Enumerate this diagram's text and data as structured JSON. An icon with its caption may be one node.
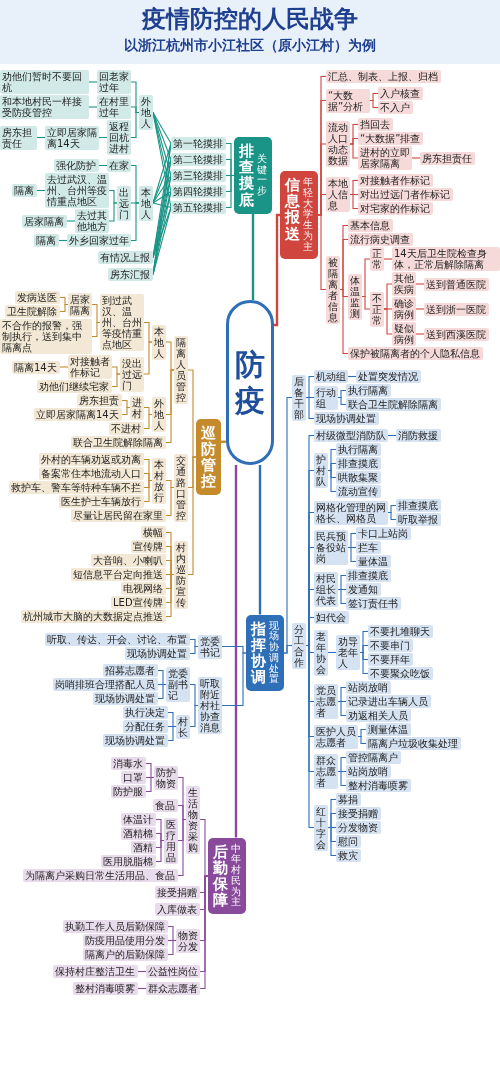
{
  "diagram": {
    "title": "疫情防控的人民战争",
    "labels": [
      "以浙江杭州市小江社区（原小江村）为例"
    ],
    "nodes": [
      {
        "text": [
          "防疫"
        ]
      },
      {
        "text": [
          "排查摸底",
          "关键一步"
        ]
      },
      {
        "text": [
          "第一轮摸排"
        ]
      },
      {
        "text": [
          "第二轮摸排"
        ]
      },
      {
        "text": [
          "第三轮摸排"
        ]
      },
      {
        "text": [
          "第四轮摸排"
        ]
      },
      {
        "text": [
          "第五轮摸排"
        ]
      },
      {
        "text": [
          "外地人"
        ]
      },
      {
        "text": [
          "回老家过年"
        ]
      },
      {
        "text": [
          "劝他们暂时不要回杭"
        ]
      },
      {
        "text": [
          "在村里过年"
        ]
      },
      {
        "text": [
          "和本地村民一样接受防疫管控"
        ]
      },
      {
        "text": [
          "返程回杭进村"
        ]
      },
      {
        "text": [
          "立即居家隔离14天"
        ]
      },
      {
        "text": [
          "房东担责任"
        ]
      },
      {
        "text": [
          "本地人"
        ]
      },
      {
        "text": [
          "在家"
        ]
      },
      {
        "text": [
          "强化防护"
        ]
      },
      {
        "text": [
          "出远门"
        ]
      },
      {
        "text": [
          "去过武汉、温州、台州等疫情重点地区"
        ]
      },
      {
        "text": [
          "隔离"
        ]
      },
      {
        "text": [
          "去过其他地方"
        ]
      },
      {
        "text": [
          "居家隔离"
        ]
      },
      {
        "text": [
          "外乡回家过年"
        ]
      },
      {
        "text": [
          "隔离"
        ]
      },
      {
        "text": [
          "有情况上报"
        ]
      },
      {
        "text": [
          "房东汇报"
        ]
      },
      {
        "text": [
          "信息报送",
          "年轻大学生为主"
        ]
      },
      {
        "text": [
          "汇总、制表、上报、归档"
        ]
      },
      {
        "text": [
          "“大数据”分析"
        ]
      },
      {
        "text": [
          "入户核查"
        ]
      },
      {
        "text": [
          "不入户"
        ]
      },
      {
        "text": [
          "流动人口动态数据"
        ]
      },
      {
        "text": [
          "挡回去"
        ]
      },
      {
        "text": [
          "“大数据”排查"
        ]
      },
      {
        "text": [
          "进村的立即居家隔离"
        ]
      },
      {
        "text": [
          "房东担责任"
        ]
      },
      {
        "text": [
          "本地人信息"
        ]
      },
      {
        "text": [
          "对接触者作标记"
        ]
      },
      {
        "text": [
          "对出过远门者作标记"
        ]
      },
      {
        "text": [
          "对宅家的作标记"
        ]
      },
      {
        "text": [
          "被隔离者信息"
        ]
      },
      {
        "text": [
          "基本信息"
        ]
      },
      {
        "text": [
          "流行病史调查"
        ]
      },
      {
        "text": [
          "体温监测"
        ]
      },
      {
        "text": [
          "正常"
        ]
      },
      {
        "text": [
          "14天后卫生院检查身体，正常后解除隔离"
        ]
      },
      {
        "text": [
          "不正常"
        ]
      },
      {
        "text": [
          "其他疾病"
        ]
      },
      {
        "text": [
          "送到普通医院"
        ]
      },
      {
        "text": [
          "确诊病例"
        ]
      },
      {
        "text": [
          "送到浙一医院"
        ]
      },
      {
        "text": [
          "疑似病例"
        ]
      },
      {
        "text": [
          "送到西溪医院"
        ]
      },
      {
        "text": [
          "保护被隔离者的个人隐私信息"
        ]
      },
      {
        "text": [
          "巡防管控"
        ]
      },
      {
        "text": [
          "隔离人员管控"
        ]
      },
      {
        "text": [
          "本地人"
        ]
      },
      {
        "text": [
          "到过武汉、温州、台州等疫情重点地区"
        ]
      },
      {
        "text": [
          "居家隔离"
        ]
      },
      {
        "text": [
          "发病送医"
        ]
      },
      {
        "text": [
          "卫生院解除"
        ]
      },
      {
        "text": [
          "不合作的报警，强制执行，送到集中隔离点"
        ]
      },
      {
        "text": [
          "没出过远门"
        ]
      },
      {
        "text": [
          "对接触者作标记"
        ]
      },
      {
        "text": [
          "隔离14天"
        ]
      },
      {
        "text": [
          "劝他们继续宅家"
        ]
      },
      {
        "text": [
          "外地人"
        ]
      },
      {
        "text": [
          "进村"
        ]
      },
      {
        "text": [
          "房东担责"
        ]
      },
      {
        "text": [
          "立即居家隔离14天"
        ]
      },
      {
        "text": [
          "不进村"
        ]
      },
      {
        "text": [
          "联合卫生院解除隔离"
        ]
      },
      {
        "text": [
          "交通路口管控"
        ]
      },
      {
        "text": [
          "本村放行"
        ]
      },
      {
        "text": [
          "外村的车辆劝返或劝离"
        ]
      },
      {
        "text": [
          "备案常住本地流动人口"
        ]
      },
      {
        "text": [
          "救护车、警车等特种车辆不拦"
        ]
      },
      {
        "text": [
          "医生护士车辆放行"
        ]
      },
      {
        "text": [
          "尽量让居民留在家里"
        ]
      },
      {
        "text": [
          "村内巡防宣传"
        ]
      },
      {
        "text": [
          "横幅"
        ]
      },
      {
        "text": [
          "宣传牌"
        ]
      },
      {
        "text": [
          "大音响、小喇叭"
        ]
      },
      {
        "text": [
          "短信息平台定向推送"
        ]
      },
      {
        "text": [
          "电视网络"
        ]
      },
      {
        "text": [
          "LED宣传牌"
        ]
      },
      {
        "text": [
          "杭州城市大脑的大数据定点推送"
        ]
      },
      {
        "text": [
          "指挥协调",
          "现场协调处置"
        ]
      },
      {
        "text": [
          "党委书记"
        ]
      },
      {
        "text": [
          "听取、传达、开会、讨论、布置"
        ]
      },
      {
        "text": [
          "现场协调处置"
        ]
      },
      {
        "text": [
          "听取附近村社协查消息"
        ]
      },
      {
        "text": [
          "党委副书记"
        ]
      },
      {
        "text": [
          "招募志愿者"
        ]
      },
      {
        "text": [
          "岗哨排班合理搭配人员"
        ]
      },
      {
        "text": [
          "现场协调处置"
        ]
      },
      {
        "text": [
          "村长"
        ]
      },
      {
        "text": [
          "执行决定"
        ]
      },
      {
        "text": [
          "分配任务"
        ]
      },
      {
        "text": [
          "现场协调处置"
        ]
      },
      {
        "text": [
          "后备干部"
        ]
      },
      {
        "text": [
          "机动组"
        ]
      },
      {
        "text": [
          "处置突发情况"
        ]
      },
      {
        "text": [
          "行动组"
        ]
      },
      {
        "text": [
          "执行隔离"
        ]
      },
      {
        "text": [
          "联合卫生院解除隔离"
        ]
      },
      {
        "text": [
          "现场协调处置"
        ]
      },
      {
        "text": [
          "分工合作"
        ]
      },
      {
        "text": [
          "村级微型消防队"
        ]
      },
      {
        "text": [
          "消防救援"
        ]
      },
      {
        "text": [
          "护村队"
        ]
      },
      {
        "text": [
          "执行隔离"
        ]
      },
      {
        "text": [
          "排查摸底"
        ]
      },
      {
        "text": [
          "哄散集聚"
        ]
      },
      {
        "text": [
          "流动宣传"
        ]
      },
      {
        "text": [
          "网格化管理的网格长、网格员"
        ]
      },
      {
        "text": [
          "排查摸底"
        ]
      },
      {
        "text": [
          "听取举报"
        ]
      },
      {
        "text": [
          "民兵预备役站岗"
        ]
      },
      {
        "text": [
          "卡口上站岗"
        ]
      },
      {
        "text": [
          "拦车"
        ]
      },
      {
        "text": [
          "量体温"
        ]
      },
      {
        "text": [
          "村民组长代表"
        ]
      },
      {
        "text": [
          "排查摸底"
        ]
      },
      {
        "text": [
          "发通知"
        ]
      },
      {
        "text": [
          "签订责任书"
        ]
      },
      {
        "text": [
          "妇代会"
        ]
      },
      {
        "text": [
          "老年协会"
        ]
      },
      {
        "text": [
          "劝导老年人"
        ]
      },
      {
        "text": [
          "不要扎堆聊天"
        ]
      },
      {
        "text": [
          "不要串门"
        ]
      },
      {
        "text": [
          "不要拜年"
        ]
      },
      {
        "text": [
          "不要聚众吃饭"
        ]
      },
      {
        "text": [
          "党员志愿者"
        ]
      },
      {
        "text": [
          "站岗放哨"
        ]
      },
      {
        "text": [
          "记录进出车辆人员"
        ]
      },
      {
        "text": [
          "劝返相关人员"
        ]
      },
      {
        "text": [
          "医护人员志愿者"
        ]
      },
      {
        "text": [
          "测量体温"
        ]
      },
      {
        "text": [
          "隔离户垃圾收集处理"
        ]
      },
      {
        "text": [
          "群众志愿者"
        ]
      },
      {
        "text": [
          "管控隔离户"
        ]
      },
      {
        "text": [
          "站岗放哨"
        ]
      },
      {
        "text": [
          "整村消毒喷雾"
        ]
      },
      {
        "text": [
          "红十字会"
        ]
      },
      {
        "text": [
          "募捐"
        ]
      },
      {
        "text": [
          "接受捐赠"
        ]
      },
      {
        "text": [
          "分发物资"
        ]
      },
      {
        "text": [
          "慰问"
        ]
      },
      {
        "text": [
          "救灾"
        ]
      },
      {
        "text": [
          "后勤保障",
          "中年村民为主"
        ]
      },
      {
        "text": [
          "生活物资采购"
        ]
      },
      {
        "text": [
          "防护物资"
        ]
      },
      {
        "text": [
          "消毒水"
        ]
      },
      {
        "text": [
          "口罩"
        ]
      },
      {
        "text": [
          "防护服"
        ]
      },
      {
        "text": [
          "食品"
        ]
      },
      {
        "text": [
          "医疗用品"
        ]
      },
      {
        "text": [
          "体温计"
        ]
      },
      {
        "text": [
          "酒精棉"
        ]
      },
      {
        "text": [
          "酒精"
        ]
      },
      {
        "text": [
          "医用脱脂棉"
        ]
      },
      {
        "text": [
          "为隔离户采购日常生活用品、食品"
        ]
      },
      {
        "text": [
          "接受捐赠"
        ]
      },
      {
        "text": [
          "入库做表"
        ]
      },
      {
        "text": [
          "物资分发"
        ]
      },
      {
        "text": [
          "执勤工作人员后勤保障"
        ]
      },
      {
        "text": [
          "防疫用品使用分发"
        ]
      },
      {
        "text": [
          "隔离户的后勤保障"
        ]
      },
      {
        "text": [
          "公益性岗位"
        ]
      },
      {
        "text": [
          "保持村庄整洁卫生"
        ]
      },
      {
        "text": [
          "群众志愿者"
        ]
      },
      {
        "text": [
          "整村消毒喷雾"
        ]
      }
    ],
    "edges": [
      {
        "from": 0,
        "to": 1,
        "arrow": "none",
        "color": "#1a9486"
      },
      {
        "from": 0,
        "to": 27,
        "arrow": "none",
        "color": "#d0463f"
      },
      {
        "from": 0,
        "to": 55,
        "arrow": "none",
        "color": "#c48a2c"
      },
      {
        "from": 0,
        "to": 88,
        "arrow": "none"
      },
      {
        "from": 0,
        "to": 151,
        "arrow": "none",
        "color": "#8a4a9c"
      },
      {
        "from": 1,
        "to": 2,
        "arrow": "none",
        "color": "#1a9486"
      },
      {
        "from": 1,
        "to": 3,
        "arrow": "none",
        "color": "#1a9486"
      },
      {
        "from": 1,
        "to": 4,
        "arrow": "none",
        "color": "#1a9486"
      },
      {
        "from": 1,
        "to": 5,
        "arrow": "none",
        "color": "#1a9486"
      },
      {
        "from": 1,
        "to": 6,
        "arrow": "none",
        "color": "#1a9486"
      },
      {
        "from": 2,
        "to": 7,
        "arrow": "none",
        "color": "#1a9486"
      },
      {
        "from": 3,
        "to": 7,
        "arrow": "none",
        "color": "#1a9486"
      },
      {
        "from": 4,
        "to": 7,
        "arrow": "none",
        "color": "#1a9486"
      },
      {
        "from": 5,
        "to": 7,
        "arrow": "none",
        "color": "#1a9486"
      },
      {
        "from": 6,
        "to": 7,
        "arrow": "none",
        "color": "#1a9486"
      },
      {
        "from": 2,
        "to": 15,
        "arrow": "none",
        "color": "#1a9486"
      },
      {
        "from": 3,
        "to": 15,
        "arrow": "none",
        "color": "#1a9486"
      },
      {
        "from": 4,
        "to": 15,
        "arrow": "none",
        "color": "#1a9486"
      },
      {
        "from": 5,
        "to": 15,
        "arrow": "none",
        "color": "#1a9486"
      },
      {
        "from": 6,
        "to": 15,
        "arrow": "none",
        "color": "#1a9486"
      },
      {
        "from": 2,
        "to": 25,
        "arrow": "none",
        "color": "#1a9486"
      },
      {
        "from": 3,
        "to": 25,
        "arrow": "none",
        "color": "#1a9486"
      },
      {
        "from": 4,
        "to": 25,
        "arrow": "none",
        "color": "#1a9486"
      },
      {
        "from": 5,
        "to": 25,
        "arrow": "none",
        "color": "#1a9486"
      },
      {
        "from": 6,
        "to": 25,
        "arrow": "none",
        "color": "#1a9486"
      },
      {
        "from": 2,
        "to": 26,
        "arrow": "none",
        "color": "#1a9486"
      },
      {
        "from": 3,
        "to": 26,
        "arrow": "none",
        "color": "#1a9486"
      },
      {
        "from": 4,
        "to": 26,
        "arrow": "none",
        "color": "#1a9486"
      },
      {
        "from": 5,
        "to": 26,
        "arrow": "none",
        "color": "#1a9486"
      },
      {
        "from": 6,
        "to": 26,
        "arrow": "none",
        "color": "#1a9486"
      },
      {
        "from": 7,
        "to": 8,
        "arrow": "none",
        "color": "#1a9486"
      },
      {
        "from": 8,
        "to": 9,
        "arrow": "none",
        "color": "#1a9486"
      },
      {
        "from": 7,
        "to": 10,
        "arrow": "none",
        "color": "#1a9486"
      },
      {
        "from": 10,
        "to": 11,
        "arrow": "none",
        "color": "#1a9486"
      },
      {
        "from": 7,
        "to": 12,
        "arrow": "none",
        "color": "#1a9486"
      },
      {
        "from": 12,
        "to": 13,
        "arrow": "none",
        "color": "#1a9486"
      },
      {
        "from": 13,
        "to": 14,
        "arrow": "none",
        "color": "#1a9486"
      },
      {
        "from": 15,
        "to": 16,
        "arrow": "none",
        "color": "#1a9486"
      },
      {
        "from": 16,
        "to": 17,
        "arrow": "none",
        "color": "#1a9486"
      },
      {
        "from": 15,
        "to": 18,
        "arrow": "none",
        "color": "#1a9486"
      },
      {
        "from": 18,
        "to": 19,
        "arrow": "none",
        "color": "#1a9486"
      },
      {
        "from": 19,
        "to": 20,
        "arrow": "none",
        "color": "#1a9486"
      },
      {
        "from": 18,
        "to": 21,
        "arrow": "none",
        "color": "#1a9486"
      },
      {
        "from": 21,
        "to": 22,
        "arrow": "none",
        "color": "#1a9486"
      },
      {
        "from": 15,
        "to": 23,
        "arrow": "none",
        "color": "#1a9486"
      },
      {
        "from": 23,
        "to": 24,
        "arrow": "none",
        "color": "#1a9486"
      },
      {
        "from": 27,
        "to": 28,
        "arrow": "none",
        "color": "#d0463f"
      },
      {
        "from": 27,
        "to": 29,
        "arrow": "none",
        "color": "#d0463f"
      },
      {
        "from": 29,
        "to": 30,
        "arrow": "none",
        "color": "#d0463f"
      },
      {
        "from": 29,
        "to": 31,
        "arrow": "none",
        "color": "#d0463f"
      },
      {
        "from": 27,
        "to": 32,
        "arrow": "none",
        "color": "#d0463f"
      },
      {
        "from": 32,
        "to": 33,
        "arrow": "none",
        "color": "#d0463f"
      },
      {
        "from": 32,
        "to": 34,
        "arrow": "none",
        "color": "#d0463f"
      },
      {
        "from": 32,
        "to": 35,
        "arrow": "none",
        "color": "#d0463f"
      },
      {
        "from": 35,
        "to": 36,
        "arrow": "none",
        "color": "#d0463f"
      },
      {
        "from": 27,
        "to": 37,
        "arrow": "none",
        "color": "#d0463f"
      },
      {
        "from": 37,
        "to": 38,
        "arrow": "none",
        "color": "#d0463f"
      },
      {
        "from": 37,
        "to": 39,
        "arrow": "none",
        "color": "#d0463f"
      },
      {
        "from": 37,
        "to": 40,
        "arrow": "none",
        "color": "#d0463f"
      },
      {
        "from": 27,
        "to": 41,
        "arrow": "none",
        "color": "#d0463f"
      },
      {
        "from": 41,
        "to": 42,
        "arrow": "none",
        "color": "#d0463f"
      },
      {
        "from": 41,
        "to": 43,
        "arrow": "none",
        "color": "#d0463f"
      },
      {
        "from": 41,
        "to": 44,
        "arrow": "none",
        "color": "#d0463f"
      },
      {
        "from": 44,
        "to": 45,
        "arrow": "none",
        "color": "#d0463f"
      },
      {
        "from": 45,
        "to": 46,
        "arrow": "none",
        "color": "#d0463f"
      },
      {
        "from": 44,
        "to": 47,
        "arrow": "none",
        "color": "#d0463f"
      },
      {
        "from": 47,
        "to": 48,
        "arrow": "none",
        "color": "#d0463f"
      },
      {
        "from": 48,
        "to": 49,
        "arrow": "none",
        "color": "#d0463f"
      },
      {
        "from": 47,
        "to": 50,
        "arrow": "none",
        "color": "#d0463f"
      },
      {
        "from": 50,
        "to": 51,
        "arrow": "none",
        "color": "#d0463f"
      },
      {
        "from": 47,
        "to": 52,
        "arrow": "none",
        "color": "#d0463f"
      },
      {
        "from": 52,
        "to": 53,
        "arrow": "none",
        "color": "#d0463f"
      },
      {
        "from": 41,
        "to": 54,
        "arrow": "none",
        "color": "#d0463f"
      },
      {
        "from": 55,
        "to": 56,
        "arrow": "none",
        "color": "#c48a2c"
      },
      {
        "from": 56,
        "to": 57,
        "arrow": "none",
        "color": "#c48a2c"
      },
      {
        "from": 57,
        "to": 58,
        "arrow": "none",
        "color": "#c48a2c"
      },
      {
        "from": 58,
        "to": 59,
        "arrow": "none",
        "color": "#c48a2c"
      },
      {
        "from": 59,
        "to": 60,
        "arrow": "none",
        "color": "#c48a2c"
      },
      {
        "from": 59,
        "to": 61,
        "arrow": "none",
        "color": "#c48a2c"
      },
      {
        "from": 58,
        "to": 62,
        "arrow": "none",
        "color": "#c48a2c"
      },
      {
        "from": 57,
        "to": 63,
        "arrow": "none",
        "color": "#c48a2c"
      },
      {
        "from": 63,
        "to": 64,
        "arrow": "none",
        "color": "#c48a2c"
      },
      {
        "from": 64,
        "to": 65,
        "arrow": "none",
        "color": "#c48a2c"
      },
      {
        "from": 63,
        "to": 66,
        "arrow": "none",
        "color": "#c48a2c"
      },
      {
        "from": 56,
        "to": 67,
        "arrow": "none",
        "color": "#c48a2c"
      },
      {
        "from": 67,
        "to": 68,
        "arrow": "none",
        "color": "#c48a2c"
      },
      {
        "from": 68,
        "to": 69,
        "arrow": "none",
        "color": "#c48a2c"
      },
      {
        "from": 68,
        "to": 70,
        "arrow": "none",
        "color": "#c48a2c"
      },
      {
        "from": 67,
        "to": 71,
        "arrow": "none",
        "color": "#c48a2c"
      },
      {
        "from": 56,
        "to": 72,
        "arrow": "none",
        "color": "#c48a2c"
      },
      {
        "from": 55,
        "to": 73,
        "arrow": "none",
        "color": "#c48a2c"
      },
      {
        "from": 73,
        "to": 74,
        "arrow": "none",
        "color": "#c48a2c"
      },
      {
        "from": 74,
        "to": 75,
        "arrow": "none",
        "color": "#c48a2c"
      },
      {
        "from": 74,
        "to": 76,
        "arrow": "none",
        "color": "#c48a2c"
      },
      {
        "from": 74,
        "to": 77,
        "arrow": "none",
        "color": "#c48a2c"
      },
      {
        "from": 74,
        "to": 78,
        "arrow": "none",
        "color": "#c48a2c"
      },
      {
        "from": 73,
        "to": 79,
        "arrow": "none",
        "color": "#c48a2c"
      },
      {
        "from": 55,
        "to": 80,
        "arrow": "none",
        "color": "#c48a2c"
      },
      {
        "from": 80,
        "to": 81,
        "arrow": "none",
        "color": "#c48a2c"
      },
      {
        "from": 80,
        "to": 82,
        "arrow": "none",
        "color": "#c48a2c"
      },
      {
        "from": 80,
        "to": 83,
        "arrow": "none",
        "color": "#c48a2c"
      },
      {
        "from": 80,
        "to": 84,
        "arrow": "none",
        "color": "#c48a2c"
      },
      {
        "from": 80,
        "to": 85,
        "arrow": "none",
        "color": "#c48a2c"
      },
      {
        "from": 80,
        "to": 86,
        "arrow": "none",
        "color": "#c48a2c"
      },
      {
        "from": 80,
        "to": 87,
        "arrow": "none",
        "color": "#c48a2c"
      },
      {
        "from": 88,
        "to": 89,
        "arrow": "none"
      },
      {
        "from": 89,
        "to": 90,
        "arrow": "none"
      },
      {
        "from": 89,
        "to": 91,
        "arrow": "none"
      },
      {
        "from": 88,
        "to": 92,
        "arrow": "none"
      },
      {
        "from": 92,
        "to": 93,
        "arrow": "none"
      },
      {
        "from": 93,
        "to": 94,
        "arrow": "none"
      },
      {
        "from": 93,
        "to": 95,
        "arrow": "none"
      },
      {
        "from": 93,
        "to": 96,
        "arrow": "none"
      },
      {
        "from": 92,
        "to": 97,
        "arrow": "none"
      },
      {
        "from": 97,
        "to": 98,
        "arrow": "none"
      },
      {
        "from": 97,
        "to": 99,
        "arrow": "none"
      },
      {
        "from": 97,
        "to": 100,
        "arrow": "none"
      },
      {
        "from": 88,
        "to": 101,
        "arrow": "none"
      },
      {
        "from": 101,
        "to": 102,
        "arrow": "none"
      },
      {
        "from": 102,
        "to": 103,
        "arrow": "none"
      },
      {
        "from": 101,
        "to": 104,
        "arrow": "none"
      },
      {
        "from": 104,
        "to": 105,
        "arrow": "none"
      },
      {
        "from": 104,
        "to": 106,
        "arrow": "none"
      },
      {
        "from": 101,
        "to": 107,
        "arrow": "none"
      },
      {
        "from": 88,
        "to": 108,
        "arrow": "none"
      },
      {
        "from": 108,
        "to": 109,
        "arrow": "none"
      },
      {
        "from": 109,
        "to": 110,
        "arrow": "none"
      },
      {
        "from": 108,
        "to": 111,
        "arrow": "none"
      },
      {
        "from": 111,
        "to": 112,
        "arrow": "none"
      },
      {
        "from": 111,
        "to": 113,
        "arrow": "none"
      },
      {
        "from": 111,
        "to": 114,
        "arrow": "none"
      },
      {
        "from": 111,
        "to": 115,
        "arrow": "none"
      },
      {
        "from": 108,
        "to": 116,
        "arrow": "none"
      },
      {
        "from": 116,
        "to": 117,
        "arrow": "none"
      },
      {
        "from": 116,
        "to": 118,
        "arrow": "none"
      },
      {
        "from": 108,
        "to": 119,
        "arrow": "none"
      },
      {
        "from": 119,
        "to": 120,
        "arrow": "none"
      },
      {
        "from": 119,
        "to": 121,
        "arrow": "none"
      },
      {
        "from": 119,
        "to": 122,
        "arrow": "none"
      },
      {
        "from": 108,
        "to": 123,
        "arrow": "none"
      },
      {
        "from": 123,
        "to": 124,
        "arrow": "none"
      },
      {
        "from": 123,
        "to": 125,
        "arrow": "none"
      },
      {
        "from": 123,
        "to": 126,
        "arrow": "none"
      },
      {
        "from": 108,
        "to": 127,
        "arrow": "none"
      },
      {
        "from": 108,
        "to": 128,
        "arrow": "none"
      },
      {
        "from": 128,
        "to": 129,
        "arrow": "none"
      },
      {
        "from": 129,
        "to": 130,
        "arrow": "none"
      },
      {
        "from": 129,
        "to": 131,
        "arrow": "none"
      },
      {
        "from": 129,
        "to": 132,
        "arrow": "none"
      },
      {
        "from": 129,
        "to": 133,
        "arrow": "none"
      },
      {
        "from": 108,
        "to": 134,
        "arrow": "none"
      },
      {
        "from": 134,
        "to": 135,
        "arrow": "none"
      },
      {
        "from": 134,
        "to": 136,
        "arrow": "none"
      },
      {
        "from": 134,
        "to": 137,
        "arrow": "none"
      },
      {
        "from": 108,
        "to": 138,
        "arrow": "none"
      },
      {
        "from": 138,
        "to": 139,
        "arrow": "none"
      },
      {
        "from": 138,
        "to": 140,
        "arrow": "none"
      },
      {
        "from": 108,
        "to": 141,
        "arrow": "none"
      },
      {
        "from": 141,
        "to": 142,
        "arrow": "none"
      },
      {
        "from": 141,
        "to": 143,
        "arrow": "none"
      },
      {
        "from": 141,
        "to": 144,
        "arrow": "none"
      },
      {
        "from": 108,
        "to": 145,
        "arrow": "none"
      },
      {
        "from": 145,
        "to": 146,
        "arrow": "none"
      },
      {
        "from": 145,
        "to": 147,
        "arrow": "none"
      },
      {
        "from": 145,
        "to": 148,
        "arrow": "none"
      },
      {
        "from": 145,
        "to": 149,
        "arrow": "none"
      },
      {
        "from": 145,
        "to": 150,
        "arrow": "none"
      },
      {
        "from": 151,
        "to": 152,
        "arrow": "none",
        "color": "#8a4a9c"
      },
      {
        "from": 152,
        "to": 153,
        "arrow": "none",
        "color": "#8a4a9c"
      },
      {
        "from": 153,
        "to": 154,
        "arrow": "none",
        "color": "#8a4a9c"
      },
      {
        "from": 153,
        "to": 155,
        "arrow": "none",
        "color": "#8a4a9c"
      },
      {
        "from": 153,
        "to": 156,
        "arrow": "none",
        "color": "#8a4a9c"
      },
      {
        "from": 152,
        "to": 157,
        "arrow": "none",
        "color": "#8a4a9c"
      },
      {
        "from": 152,
        "to": 158,
        "arrow": "none",
        "color": "#8a4a9c"
      },
      {
        "from": 158,
        "to": 159,
        "arrow": "none",
        "color": "#8a4a9c"
      },
      {
        "from": 158,
        "to": 160,
        "arrow": "none",
        "color": "#8a4a9c"
      },
      {
        "from": 158,
        "to": 161,
        "arrow": "none",
        "color": "#8a4a9c"
      },
      {
        "from": 158,
        "to": 162,
        "arrow": "none",
        "color": "#8a4a9c"
      },
      {
        "from": 152,
        "to": 163,
        "arrow": "none",
        "color": "#8a4a9c"
      },
      {
        "from": 151,
        "to": 164,
        "arrow": "none",
        "color": "#8a4a9c"
      },
      {
        "from": 151,
        "to": 165,
        "arrow": "none",
        "color": "#8a4a9c"
      },
      {
        "from": 151,
        "to": 166,
        "arrow": "none",
        "color": "#8a4a9c"
      },
      {
        "from": 166,
        "to": 167,
        "arrow": "none",
        "color": "#8a4a9c"
      },
      {
        "from": 166,
        "to": 168,
        "arrow": "none",
        "color": "#8a4a9c"
      },
      {
        "from": 166,
        "to": 169,
        "arrow": "none",
        "color": "#8a4a9c"
      },
      {
        "from": 151,
        "to": 170,
        "arrow": "none",
        "color": "#8a4a9c"
      },
      {
        "from": 170,
        "to": 171,
        "arrow": "none",
        "color": "#8a4a9c"
      },
      {
        "from": 151,
        "to": 172,
        "arrow": "none",
        "color": "#8a4a9c"
      },
      {
        "from": 172,
        "to": 173,
        "arrow": "none",
        "color": "#8a4a9c"
      }
    ]
  }
}
